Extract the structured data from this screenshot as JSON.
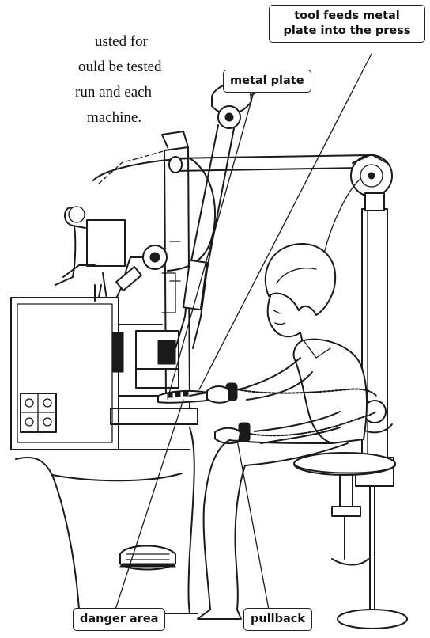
{
  "body_text": {
    "line1": "usted for",
    "line2": "ould be tested",
    "line3": "run and each",
    "line4": "machine."
  },
  "labels": {
    "tool_feeds": "tool feeds metal\nplate into the press",
    "metal_plate": "metal plate",
    "danger_area": "danger area",
    "pullback": "pullback"
  }
}
